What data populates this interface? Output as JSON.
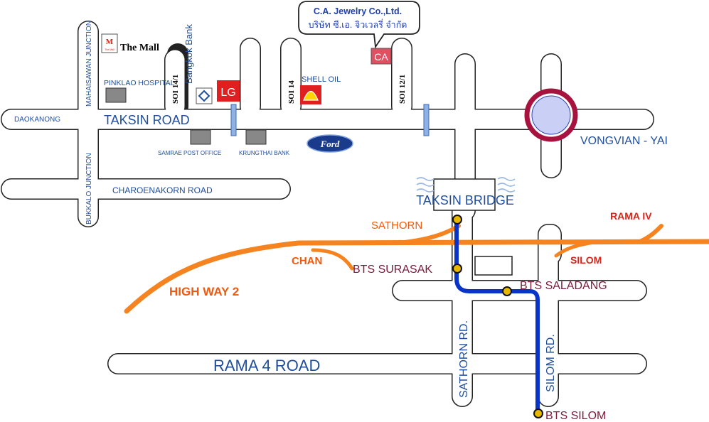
{
  "colors": {
    "road_outline": "#222222",
    "road_fill": "#ffffff",
    "road_label": "#1f4e9c",
    "highway": "#f5831f",
    "bts_line": "#0a33c8",
    "orange_label": "#ef5a0e",
    "station_label": "#7b1a3a",
    "bridge": "#9bb8e6",
    "circle_ring": "#a8123e",
    "circle_fill": "#c9cff5"
  },
  "callout": {
    "line1": "C.A. Jewelry Co.,Ltd.",
    "line2": "บริษัท ซี.เอ. จิวเวลรี่ จำกัด"
  },
  "roads": {
    "taksin": "TAKSIN ROAD",
    "charoenakorn": "CHAROENAKORN ROAD",
    "rama4": "RAMA 4 ROAD",
    "sathorn_rd": "SATHORN RD.",
    "silom_rd": "SILOM RD.",
    "daokanong": "DAOKANONG",
    "mahaisawan": "MAHAISAWAN JUNCTION",
    "bukkalo": "BUKKALO JUNCTION",
    "vongvian": "VONGVIAN - YAI",
    "bridge": "TAKSIN BRIDGE"
  },
  "sois": {
    "soi_14_1": "SOI 14/1",
    "soi_14": "SOI 14",
    "soi_12_1": "SOI 12/1"
  },
  "places": {
    "the_mall": "The Mall",
    "the_mall_logo": "The Mall",
    "pinklao": "PINKLAO HOSPITAL",
    "bangkok_bank": "Bangkok Bank",
    "lg": "LG",
    "shell": "SHELL OIL",
    "ca": "CA",
    "samrae": "SAMRAE POST OFFICE",
    "krungthai": "KRUNGTHAI BANK",
    "ford": "Ford"
  },
  "expressway": {
    "sathorn": "SATHORN",
    "rama_iv": "RAMA IV",
    "chan": "CHAN",
    "silom": "SILOM",
    "highway2": "HIGH WAY 2"
  },
  "bts": {
    "surasak": "BTS SURASAK",
    "saladang": "BTS SALADANG",
    "silom": "BTS SILOM"
  }
}
